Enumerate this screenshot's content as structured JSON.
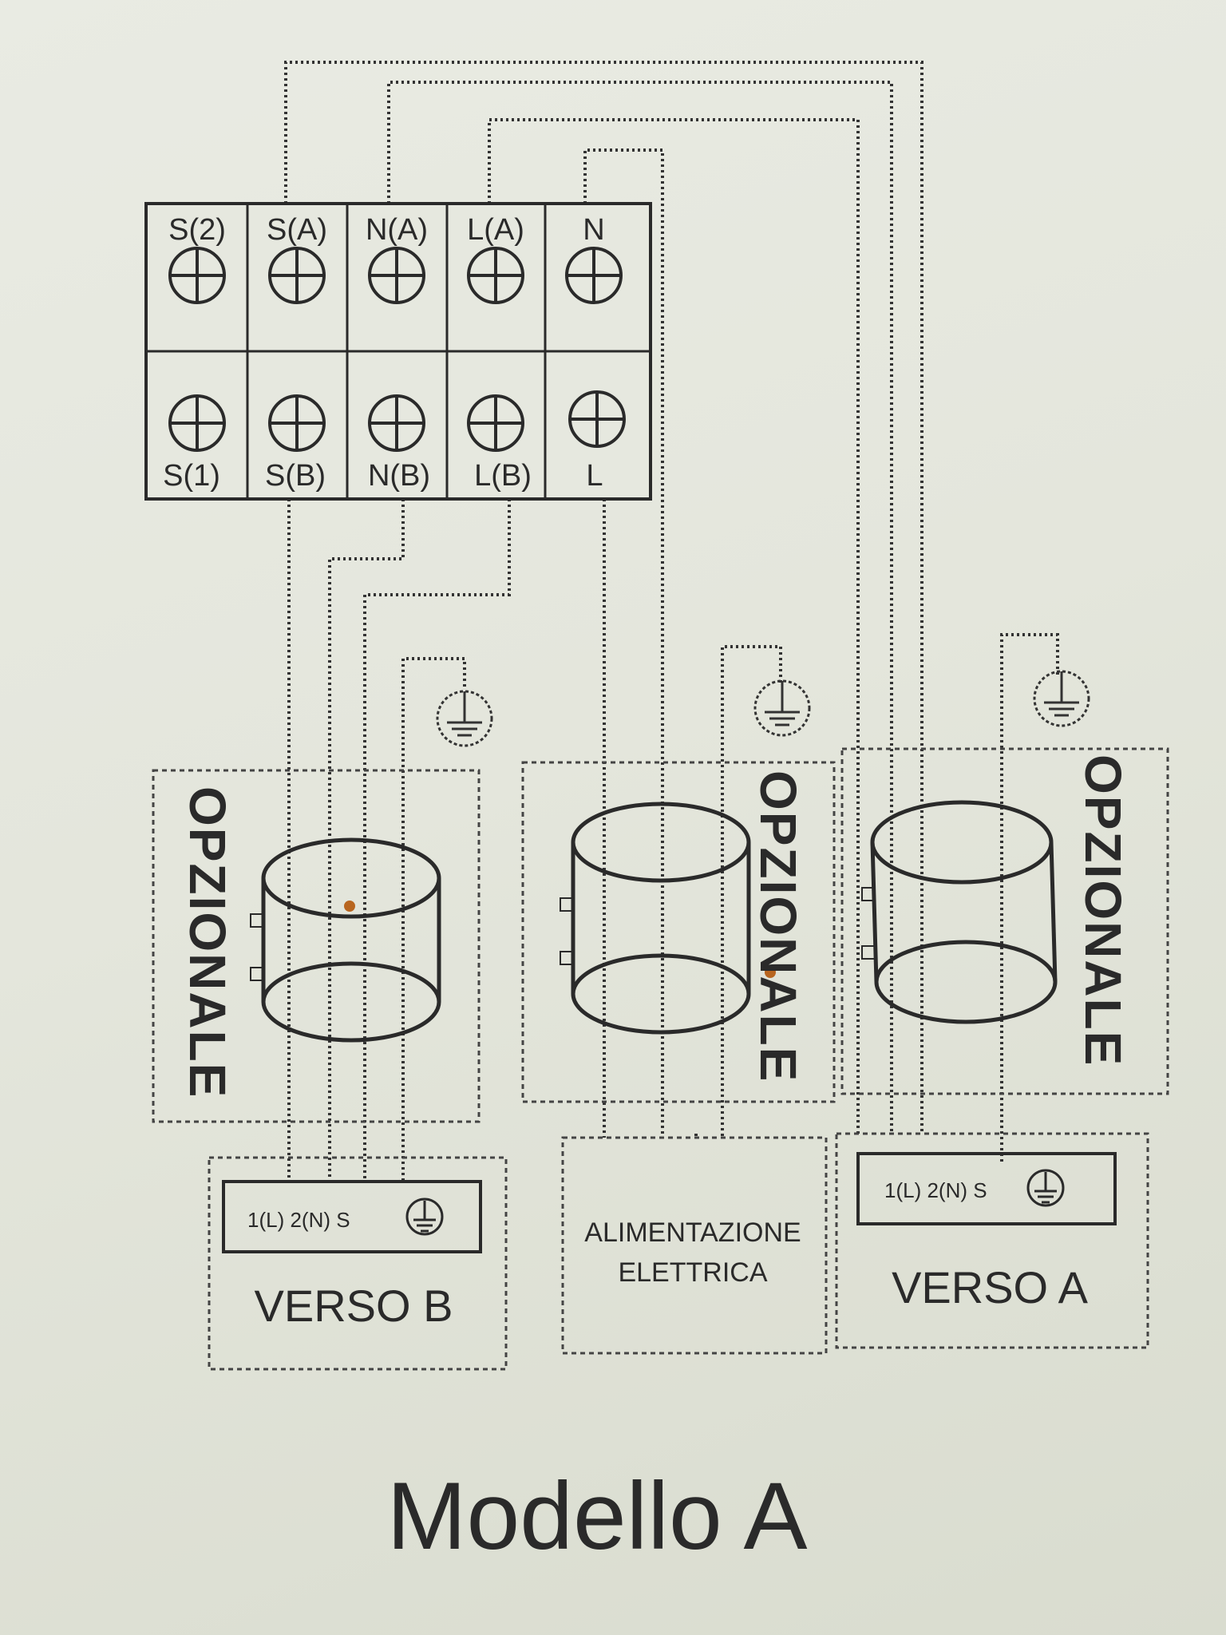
{
  "terminal_block": {
    "top_row": [
      "S(2)",
      "S(A)",
      "N(A)",
      "L(A)",
      "N"
    ],
    "bottom_row": [
      "S(1)",
      "S(B)",
      "N(B)",
      "L(B)",
      "L"
    ]
  },
  "filters": {
    "left_label": "OPZIONALE",
    "middle_label": "OPZIONALE",
    "right_label": "OPZIONALE"
  },
  "boxes": {
    "verso_b": {
      "terminals": "1(L) 2(N) S",
      "label": "VERSO B"
    },
    "alimentazione": {
      "line1": "ALIMENTAZIONE",
      "line2": "ELETTRICA"
    },
    "verso_a": {
      "terminals": "1(L) 2(N) S",
      "label": "VERSO A"
    }
  },
  "icons": [
    "screw-terminal-icon",
    "ground-icon"
  ],
  "title": "Modello A"
}
